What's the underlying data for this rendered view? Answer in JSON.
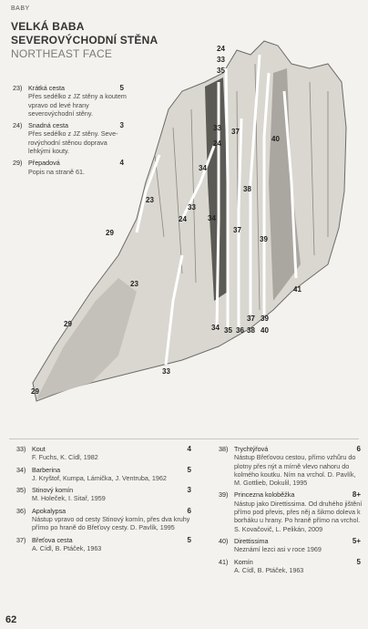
{
  "header": {
    "section": "BABY",
    "title_line1": "VELKÁ BABA",
    "title_line2": "SEVEROVÝCHODNÍ STĚNA",
    "title_en": "NORTHEAST FACE"
  },
  "routes_top": [
    {
      "num": "23)",
      "name": "Krátká cesta",
      "grade": "5",
      "desc": "Přes sedélko z JZ stěny a kou­tem vpravo od levé hrany severovýchodní stěny."
    },
    {
      "num": "24)",
      "name": "Snadná cesta",
      "grade": "3",
      "desc": "Přes sedélko z JZ stěny. Seve­rovýchodní stěnou doprava lehkými kouty."
    },
    {
      "num": "29)",
      "name": "Přepadová",
      "grade": "4",
      "desc": "Popis na straně 61."
    }
  ],
  "routes_left": [
    {
      "num": "33)",
      "name": "Kout",
      "grade": "4",
      "desc": "F. Fuchs, K. Cídl, 1982"
    },
    {
      "num": "34)",
      "name": "Barberina",
      "grade": "5",
      "desc": "J. Kryštof, Kumpa, Lámička, J. Ventruba, 1962"
    },
    {
      "num": "35)",
      "name": "Stinový komín",
      "grade": "3",
      "desc": "M. Holeček, I. Sitař, 1959"
    },
    {
      "num": "36)",
      "name": "Apokalypsa",
      "grade": "6",
      "desc": "Nástup vpravo od cesty Stinový komín, přes dva kruhy přímo po hraně do Břeťovy cesty. D. Pavlík, 1995"
    },
    {
      "num": "37)",
      "name": "Břeťova cesta",
      "grade": "5",
      "desc": "A. Cídl, B. Ptáček, 1963"
    }
  ],
  "routes_right": [
    {
      "num": "38)",
      "name": "Trychtýřová",
      "grade": "6",
      "desc": "Nástup Břeťovou cestou, přímo vzhůru do plotny přes nýt a mírně vlevo nahoru do kolmého koutku. Ním na vrchol. D. Pavlík, M. Gottlieb, Dokulil, 1995"
    },
    {
      "num": "39)",
      "name": "Princezna koloběžka",
      "grade": "8+",
      "desc": "Nástup jako Direttissima. Od druhého jištění přímo pod převis, přes něj a šikmo doleva k borháku u hrany. Po hraně přímo na vrchol. S. Kovačovič, L. Pelikán, 2009"
    },
    {
      "num": "40)",
      "name": "Direttissima",
      "grade": "5+",
      "desc": "Neznámí lezci asi v roce 1969"
    },
    {
      "num": "41)",
      "name": "Komín",
      "grade": "5",
      "desc": "A. Cídl, B. Ptáček, 1963"
    }
  ],
  "topo_labels": {
    "r24": "24",
    "r33": "33",
    "r35": "35",
    "r37": "37",
    "r40": "40",
    "r34": "34",
    "r38": "38",
    "r39": "39",
    "r23": "23",
    "r29": "29",
    "r36": "36",
    "r41": "41"
  },
  "page_number": "62"
}
